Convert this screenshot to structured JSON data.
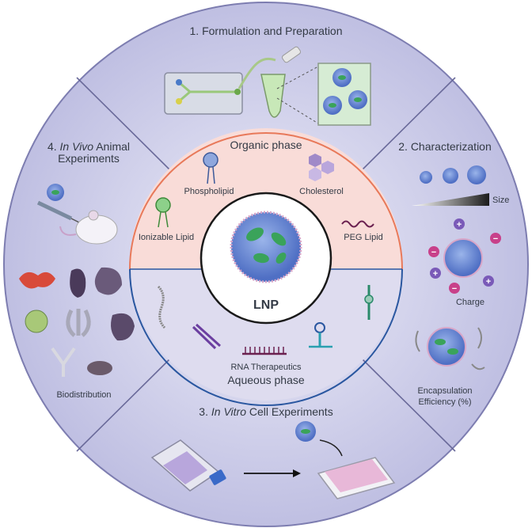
{
  "sections": {
    "formulation": {
      "number": "1.",
      "title": "Formulation and Preparation"
    },
    "characterization": {
      "number": "2.",
      "title": "Characterization",
      "size_label": "Size",
      "charge_label": "Charge",
      "encapsulation_line1": "Encapsulation",
      "encapsulation_line2": "Efficiency (%)"
    },
    "in_vitro": {
      "number": "3.",
      "title_italic": "In Vitro",
      "title_rest": "Cell Experiments"
    },
    "in_vivo": {
      "number": "4.",
      "title_italic": "In Vivo",
      "title_rest": "Animal",
      "title_line2": "Experiments",
      "biodistribution_label": "Biodistribution"
    }
  },
  "organic_phase": {
    "title": "Organic phase",
    "phospholipid": "Phospholipid",
    "cholesterol": "Cholesterol",
    "ionizable_lipid": "Ionizable Lipid",
    "peg_lipid": "PEG Lipid"
  },
  "aqueous_phase": {
    "title": "Aqueous phase",
    "rna_label": "RNA Therapeutics"
  },
  "center": {
    "label": "LNP"
  },
  "charge_signs": {
    "plus": "+",
    "minus": "−"
  },
  "colors": {
    "outer_ring": "#c8c8e6",
    "organic_bg": "#f9dcd8",
    "organic_border": "#e8795a",
    "aqueous_bg": "#dedcef",
    "aqueous_border": "#2a57a0",
    "lnp_shell": "#6f8fd6",
    "lnp_core": "#3aa35a"
  }
}
